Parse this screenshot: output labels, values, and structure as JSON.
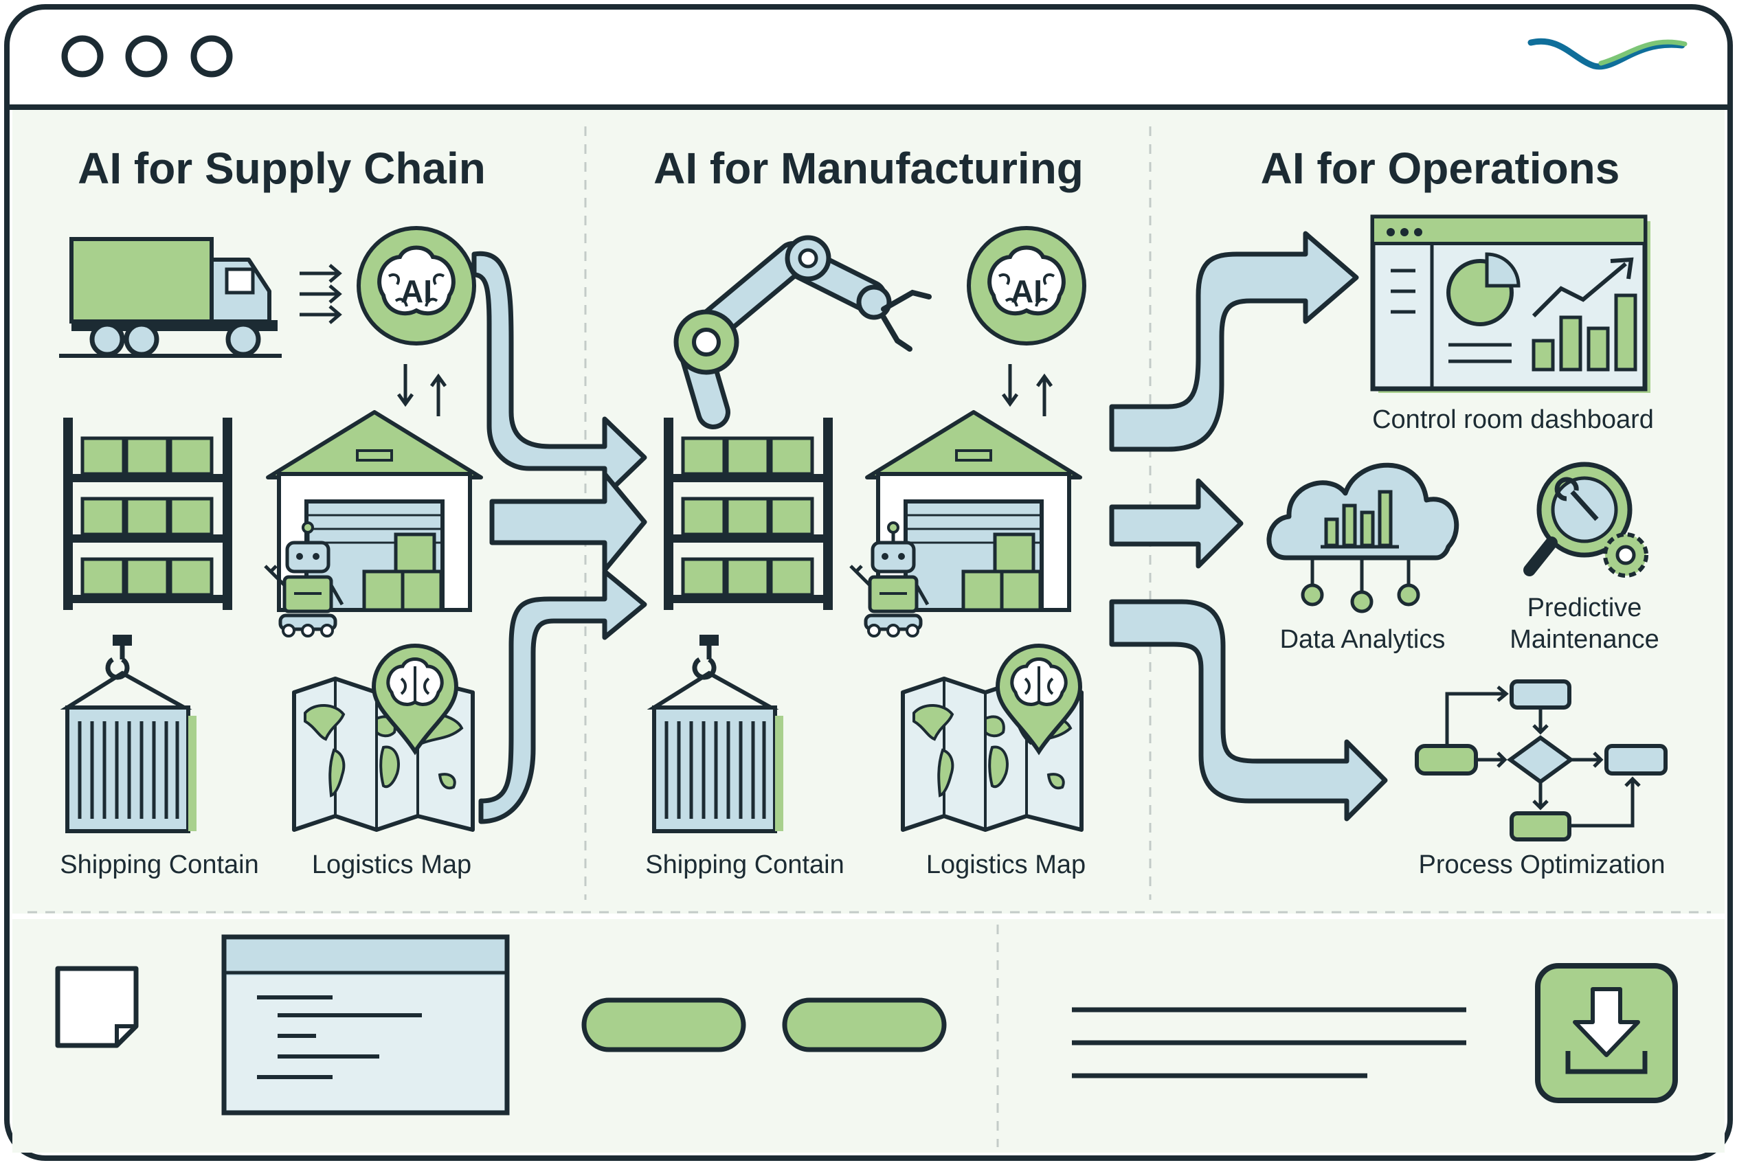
{
  "sections": [
    {
      "title": "AI for Supply Chain",
      "labels": {
        "container": "Shipping Contain",
        "map": "Logistics Map"
      },
      "badge": "AI"
    },
    {
      "title": "AI for Manufacturing",
      "labels": {
        "container": "Shipping Contain",
        "map": "Logistics Map"
      },
      "badge": "AI"
    },
    {
      "title": "AI for Operations",
      "labels": {
        "dashboard": "Control room dashboard",
        "analytics": "Data Analytics",
        "maintenance_line1": "Predictive",
        "maintenance_line2": "Maintenance",
        "process": "Process Optimization"
      }
    }
  ],
  "colors": {
    "ink": "#1c2b33",
    "green": "#a8d08d",
    "blue": "#c4dde6",
    "panel": "#f3f8f1"
  }
}
